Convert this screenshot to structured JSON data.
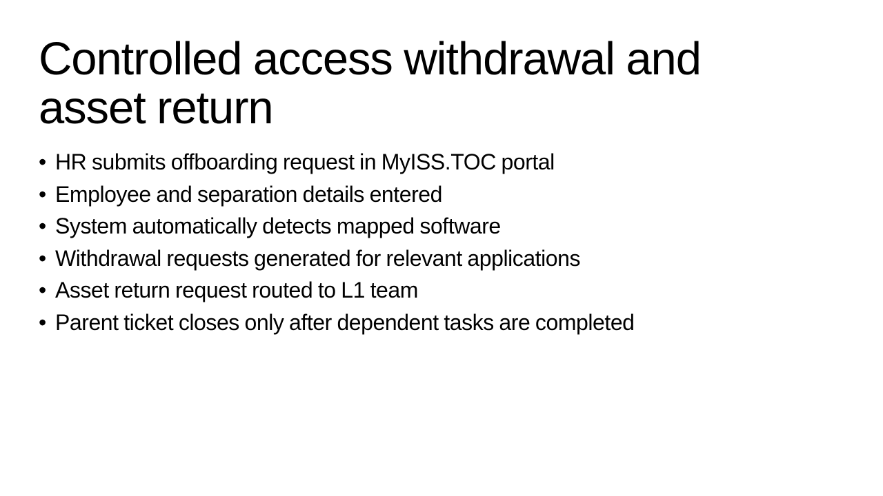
{
  "slide": {
    "background_color": "#ffffff",
    "text_color": "#000000",
    "title": "Controlled access withdrawal and asset return",
    "bullet_marker": "•",
    "bullets": [
      {
        "text": "HR submits offboarding request in MyISS.TOC portal"
      },
      {
        "text": "Employee and separation details entered"
      },
      {
        "text": "System automatically detects mapped software"
      },
      {
        "text": "Withdrawal requests generated for relevant applications"
      },
      {
        "text": "Asset return request routed to L1 team"
      },
      {
        "text": "Parent ticket closes only after dependent tasks are completed"
      }
    ]
  }
}
